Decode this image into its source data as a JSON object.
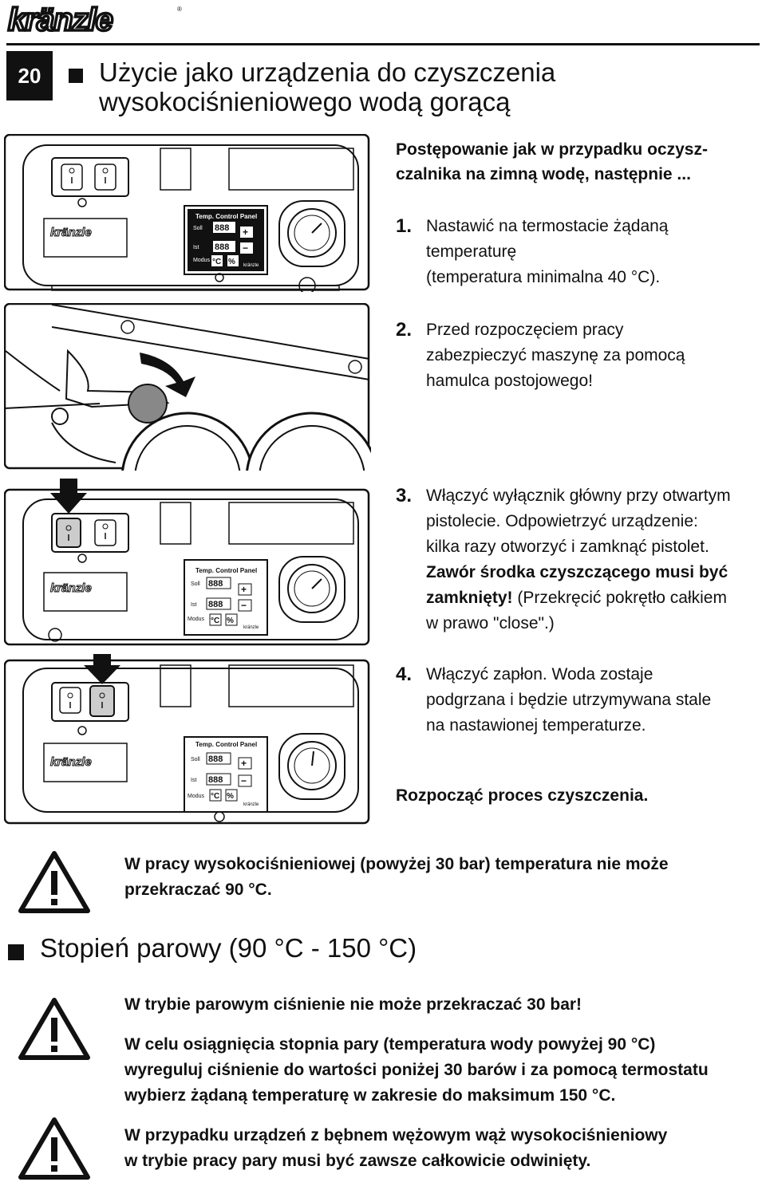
{
  "page_number": "20",
  "section_title_line1": "Użycie jako urządzenia do czyszczenia",
  "section_title_line2": "wysokociśnieniowego wodą gorącą",
  "intro_line1": "Postępowanie jak w przypadku oczysz-",
  "intro_line2": "czalnika na zimną wodę, następnie ...",
  "steps": [
    {
      "num": "1.",
      "lines": [
        "Nastawić na termostacie żądaną",
        "temperaturę",
        "(temperatura minimalna  40 °C)."
      ]
    },
    {
      "num": "2.",
      "lines": [
        "Przed rozpoczęciem pracy",
        "zabezpieczyć maszynę za pomocą",
        "hamulca postojowego!"
      ]
    },
    {
      "num": "3.",
      "lines": [
        "Włączyć wyłącznik główny przy otwartym",
        "pistolecie. Odpowietrzyć urządzenie:",
        "kilka razy otworzyć i zamknąć pistolet."
      ],
      "bold1": "Zawór środka czyszczącego musi być",
      "bold2": "zamknięty!",
      "rest2": " (Przekręcić pokrętło całkiem",
      "line6": "w prawo \"close\".)"
    },
    {
      "num": "4.",
      "lines": [
        "Włączyć zapłon. Woda zostaje",
        "podgrzana i będzie utrzymywana stale",
        "na nastawionej temperaturze."
      ]
    }
  ],
  "start_text": "Rozpocząć proces czyszczenia.",
  "warning1_line1": "W pracy wysokociśnieniowej (powyżej 30 bar) temperatura nie może",
  "warning1_line2": "przekraczać 90 °C.",
  "section2_title": "Stopień parowy (90 °C - 150 °C)",
  "warning2": "W trybie parowym ciśnienie nie może przekraczać 30 bar!",
  "warning3_lines": [
    "W celu osiągnięcia stopnia pary (temperatura wody powyżej 90 °C)",
    "wyreguluj ciśnienie do wartości poniżej 30 barów i za pomocą termostatu",
    "wybierz żądaną temperaturę w zakresie do maksimum 150 °C."
  ],
  "warning4_lines": [
    "W przypadku urządzeń z bębnem wężowym wąż wysokociśnieniowy",
    "w trybie pracy pary musi być zawsze całkowicie odwinięty."
  ],
  "panel": {
    "title": "Temp. Control Panel",
    "soll": "Soll",
    "ist": "Ist",
    "modus": "Modus",
    "display": "888",
    "unit_c": "°C",
    "unit_pct": "%",
    "brand_small": "kränzle",
    "plus": "+",
    "minus": "−"
  },
  "logo_text": "kränzle",
  "icons": [
    "warning-triangle-icon",
    "arrow-down-icon",
    "square-bullet-icon"
  ]
}
